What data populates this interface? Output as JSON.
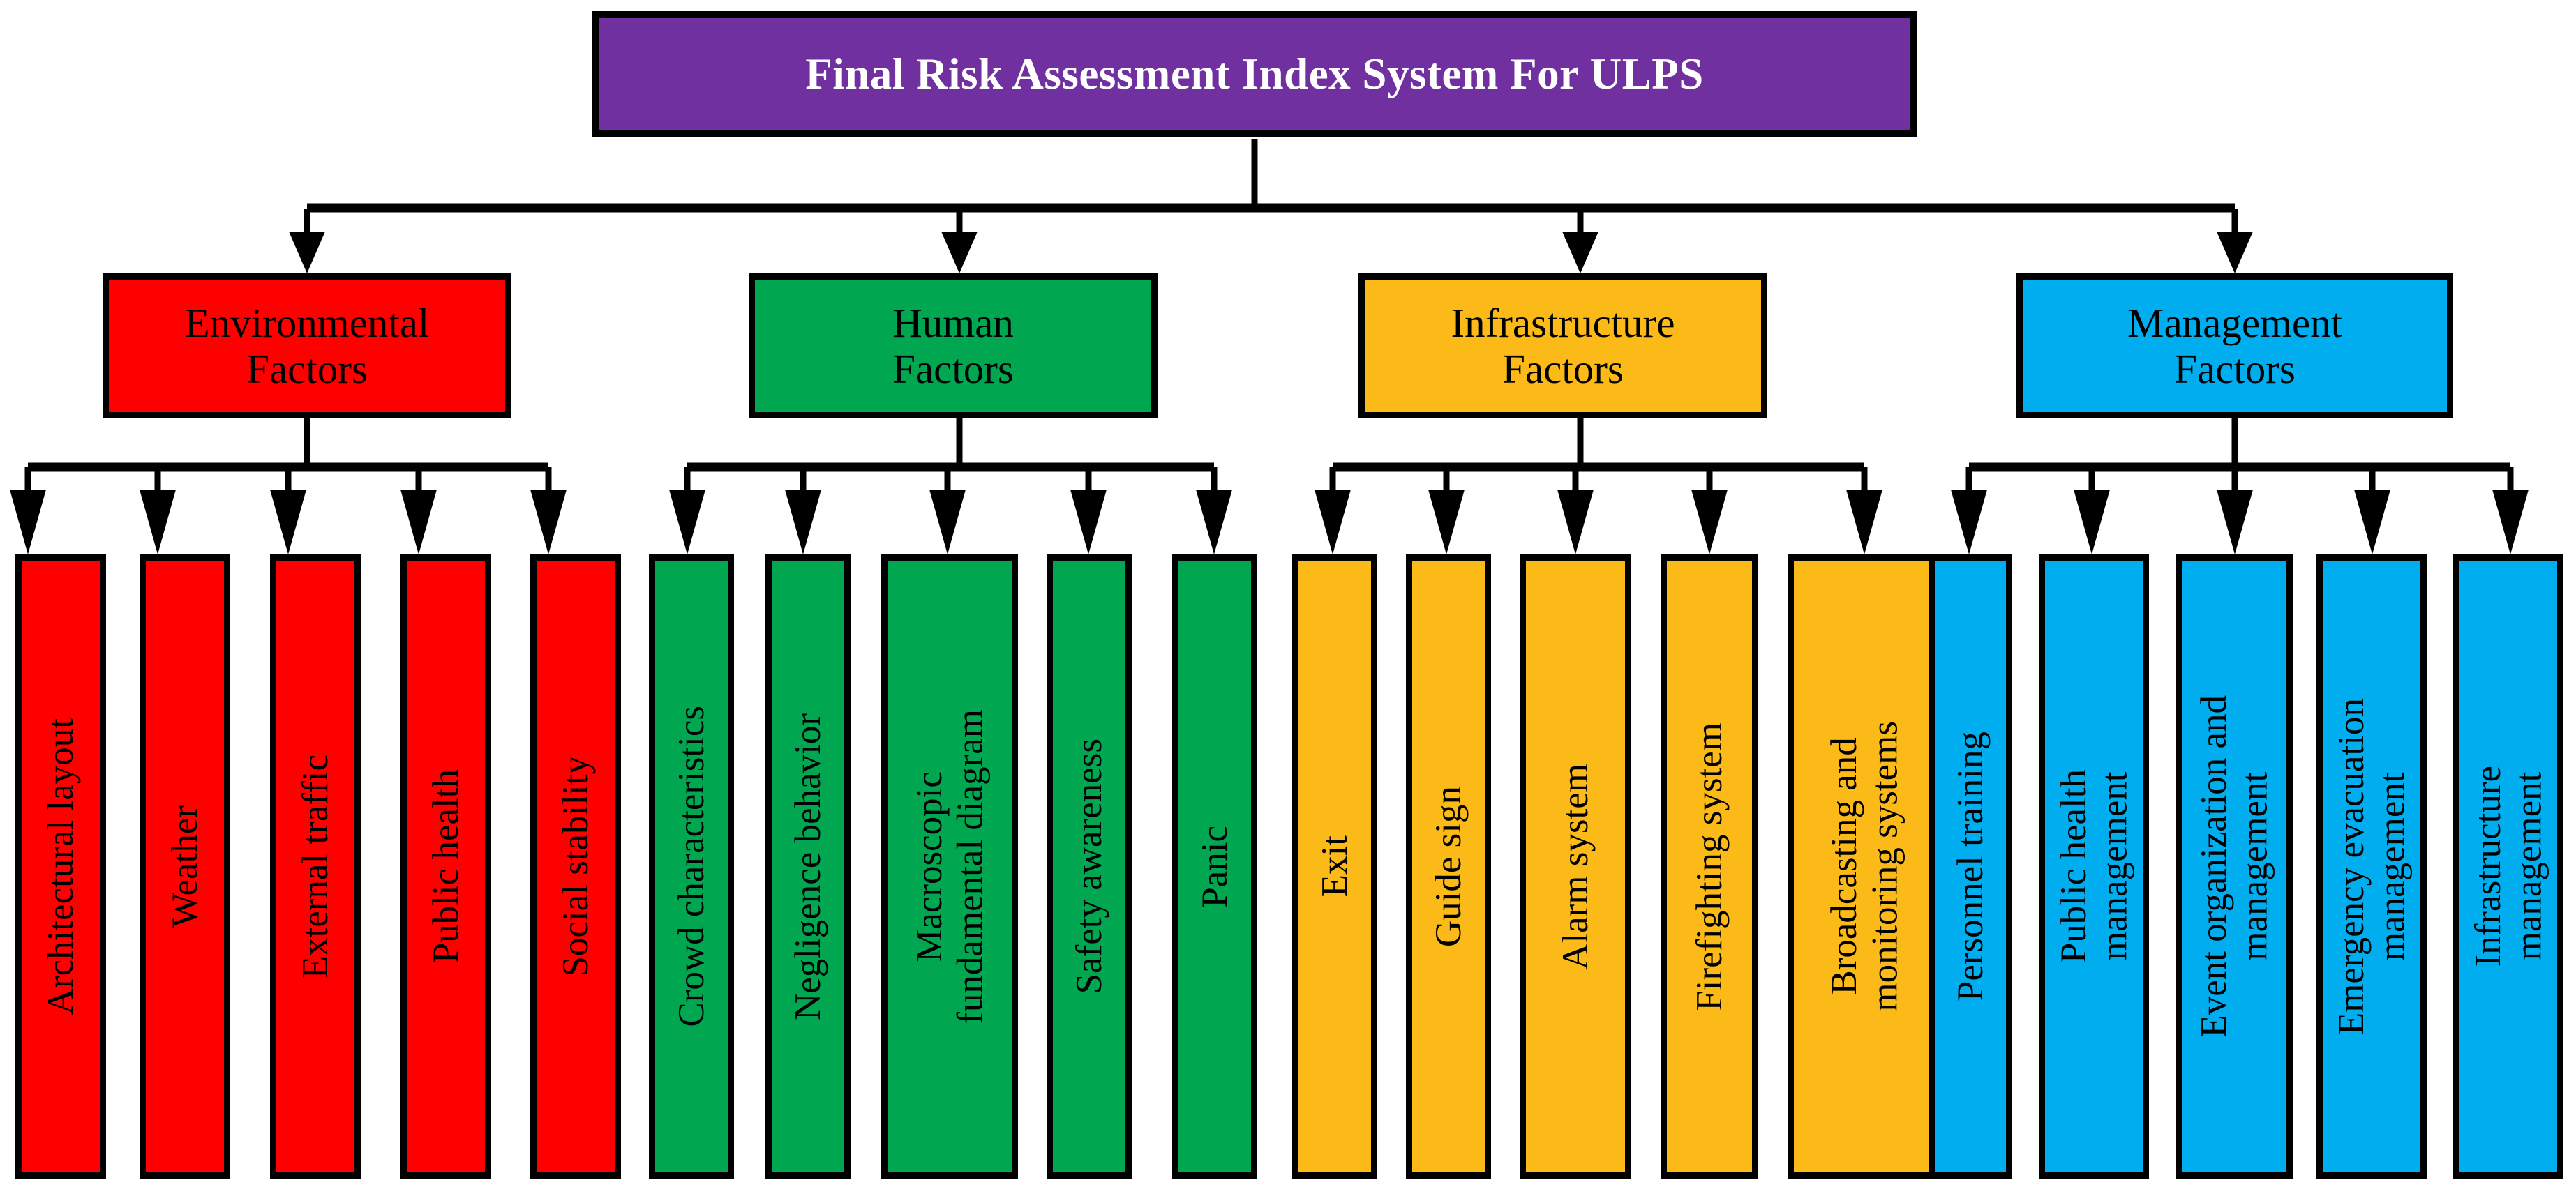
{
  "diagram": {
    "title": "Final Risk Assessment Index System For ULPS",
    "colors": {
      "root": "#7030A0",
      "environmental": "#FF0000",
      "human": "#00A650",
      "infrastructure": "#FBBA17",
      "management": "#00AEEF",
      "outline": "#000000",
      "background": "#FFFFFF",
      "root_text": "#FFFFFF",
      "node_text": "#000000"
    },
    "root": {
      "label": "Final Risk Assessment Index System For ULPS"
    },
    "categories": [
      {
        "id": "environmental",
        "label": "Environmental\nFactors",
        "color_key": "environmental",
        "leaves": [
          {
            "label": "Architectural layout"
          },
          {
            "label": "Weather"
          },
          {
            "label": "External traffic"
          },
          {
            "label": "Public health"
          },
          {
            "label": "Social stability"
          }
        ]
      },
      {
        "id": "human",
        "label": "Human\nFactors",
        "color_key": "human",
        "leaves": [
          {
            "label": "Crowd characteristics"
          },
          {
            "label": "Negligence behavior"
          },
          {
            "label": "Macroscopic\nfundamental diagram"
          },
          {
            "label": "Safety awareness"
          },
          {
            "label": "Panic"
          }
        ]
      },
      {
        "id": "infrastructure",
        "label": "Infrastructure\nFactors",
        "color_key": "infrastructure",
        "leaves": [
          {
            "label": "Exit"
          },
          {
            "label": "Guide sign"
          },
          {
            "label": "Alarm system"
          },
          {
            "label": "Firefighting system"
          },
          {
            "label": "Broadcasting and\nmonitoring systems"
          }
        ]
      },
      {
        "id": "management",
        "label": "Management\nFactors",
        "color_key": "management",
        "leaves": [
          {
            "label": "Personnel training"
          },
          {
            "label": "Public health\nmanagement"
          },
          {
            "label": "Event organization and\nmanagement"
          },
          {
            "label": "Emergency evacuation\nmanagement"
          },
          {
            "label": "Infrastructure\nmanagement"
          }
        ]
      }
    ]
  }
}
